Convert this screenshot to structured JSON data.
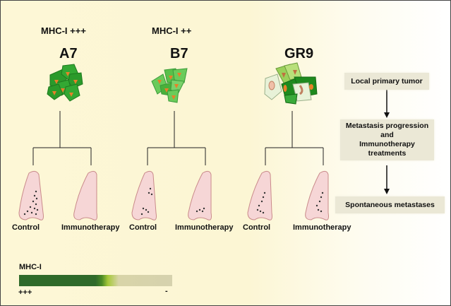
{
  "columns": [
    {
      "mhc_label": "MHC-I +++",
      "cell_line": "A7",
      "left_label": "Control",
      "right_label": "Immunotherapy"
    },
    {
      "mhc_label": "MHC-I ++",
      "cell_line": "B7",
      "left_label": "Control",
      "right_label": "Immunotherapy"
    },
    {
      "mhc_label": "",
      "cell_line": "GR9",
      "left_label": "Control",
      "right_label": "Immunotherapy"
    }
  ],
  "flow": {
    "steps": [
      "Local primary tumor",
      "Metastasis progression\nand\nImmunotherapy\ntreatments",
      "Spontaneous metastases"
    ]
  },
  "legend": {
    "title": "MHC-I",
    "high": "+++",
    "low": "-"
  },
  "colors": {
    "dark_green": "#2f6a2a",
    "mid_green": "#3aa03a",
    "light_green": "#7fd06a",
    "orange": "#e8802a",
    "lung_pink": "#f6d6d6",
    "lung_border": "#c98a8a"
  }
}
